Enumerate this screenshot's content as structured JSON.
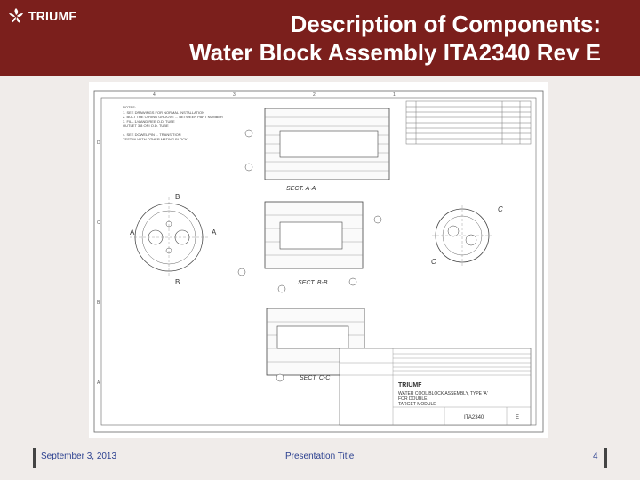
{
  "header": {
    "logo_text": "TRIUMF",
    "title_line1": "Description of Components:",
    "title_line2": "Water Block Assembly ITA2340 Rev E"
  },
  "drawing": {
    "notes_heading": "NOTES:",
    "notes_lines": [
      "1. SEE DRAWINGS FOR NORMAL INSTALLATION",
      "2. BOLT THE O-RING GROOVE ... BETWEEN PART NUMBER",
      "3. FILL 1/4 AND REE O.D. TUBE",
      "   OUTLET 3/8 ORI O.D. TUBE",
      "4. SEE DOWEL PIN ... TRANSITION",
      "   TEST IN WITH OTHER MATING BLOCK ..."
    ],
    "section_labels": [
      "SECT. A-A",
      "SECT. B-B",
      "SECT. C-C"
    ],
    "view_letters": [
      "B",
      "B",
      "A",
      "A",
      "C",
      "C"
    ],
    "zone_top": [
      "4",
      "3",
      "2",
      "1"
    ],
    "zone_side": [
      "D",
      "C",
      "B",
      "A"
    ],
    "title_block": {
      "company": "TRIUMF",
      "title_lines": [
        "WATER COOL BLOCK ASSEMBLY, TYPE 'A'",
        "FOR DOUBLE",
        "TARGET MODULE"
      ],
      "drawing_number": "ITA2340",
      "revision": "E"
    }
  },
  "footer": {
    "date": "September 3, 2013",
    "presentation_title": "Presentation Title",
    "page_number": "4"
  }
}
